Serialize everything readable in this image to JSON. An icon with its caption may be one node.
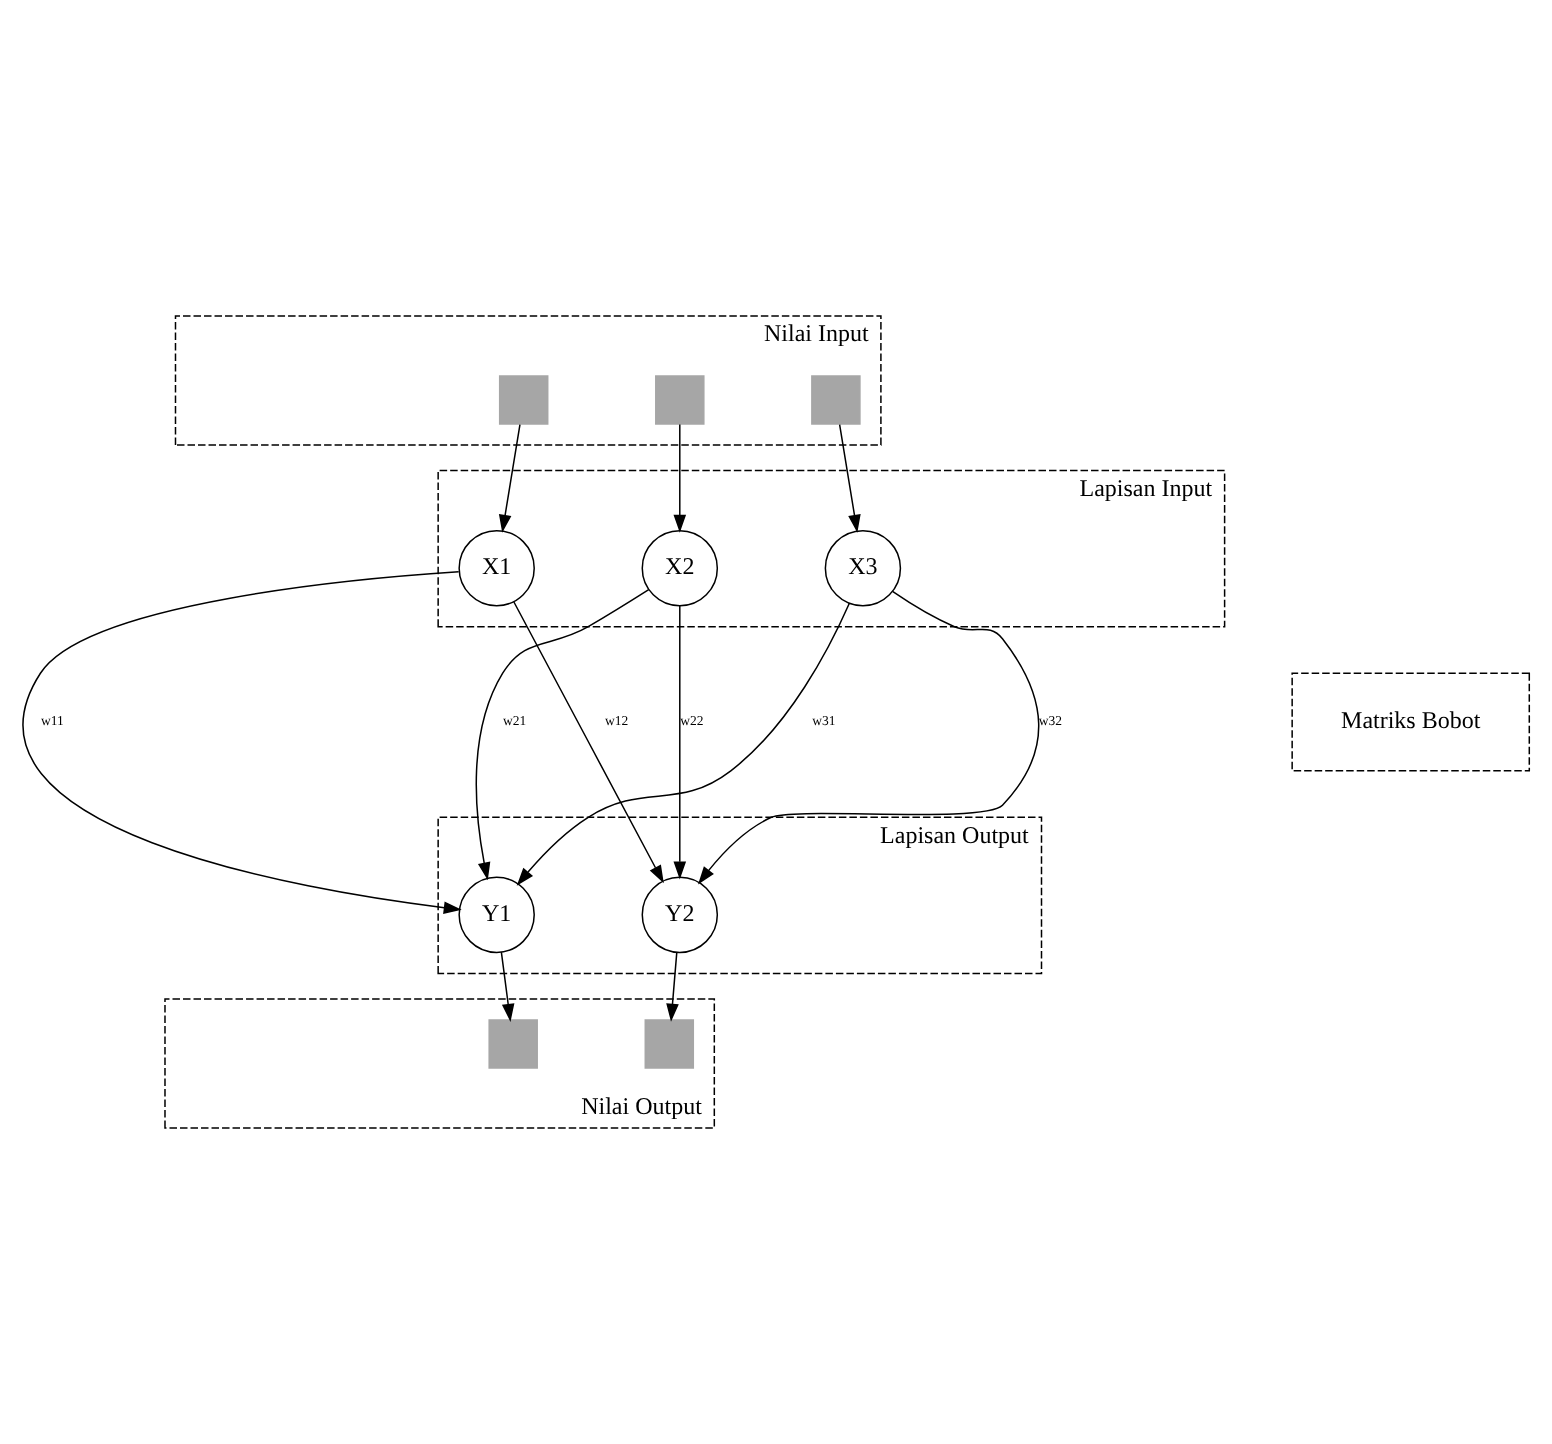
{
  "diagram": {
    "nodes": [
      {
        "text": [
          "Nilai Input"
        ]
      },
      {
        "text": [],
        "shape": "box",
        "in": 0
      },
      {
        "text": [],
        "shape": "box",
        "in": 0
      },
      {
        "text": [],
        "shape": "box",
        "in": 0
      },
      {
        "text": [
          "Lapisan Input"
        ]
      },
      {
        "text": [
          "X1"
        ],
        "in": 4
      },
      {
        "text": [
          "X2"
        ],
        "in": 4
      },
      {
        "text": [
          "X3"
        ],
        "in": 4
      },
      {
        "text": [
          "Matriks Bobot"
        ]
      },
      {
        "text": [
          "Lapisan Output"
        ]
      },
      {
        "text": [
          "Y1"
        ],
        "in": 9
      },
      {
        "text": [
          "Y2"
        ],
        "in": 9
      },
      {
        "text": [
          "Nilai Output"
        ]
      },
      {
        "text": [],
        "shape": "box",
        "in": 12
      },
      {
        "text": [],
        "shape": "box",
        "in": 12
      }
    ],
    "edges": [
      {
        "from": 1,
        "to": 5,
        "arrow": "to"
      },
      {
        "from": 2,
        "to": 6,
        "arrow": "to"
      },
      {
        "from": 3,
        "to": 7,
        "arrow": "to"
      },
      {
        "from": 5,
        "to": 10,
        "arrow": "to",
        "label": "w11"
      },
      {
        "from": 5,
        "to": 11,
        "arrow": "to",
        "label": "w12"
      },
      {
        "from": 6,
        "to": 10,
        "arrow": "to",
        "label": "w21"
      },
      {
        "from": 6,
        "to": 11,
        "arrow": "to",
        "label": "w22"
      },
      {
        "from": 7,
        "to": 10,
        "arrow": "to",
        "label": "w31"
      },
      {
        "from": 7,
        "to": 11,
        "arrow": "to",
        "label": "w32"
      },
      {
        "from": 10,
        "to": 13,
        "arrow": "to"
      },
      {
        "from": 11,
        "to": 14,
        "arrow": "to"
      }
    ]
  }
}
